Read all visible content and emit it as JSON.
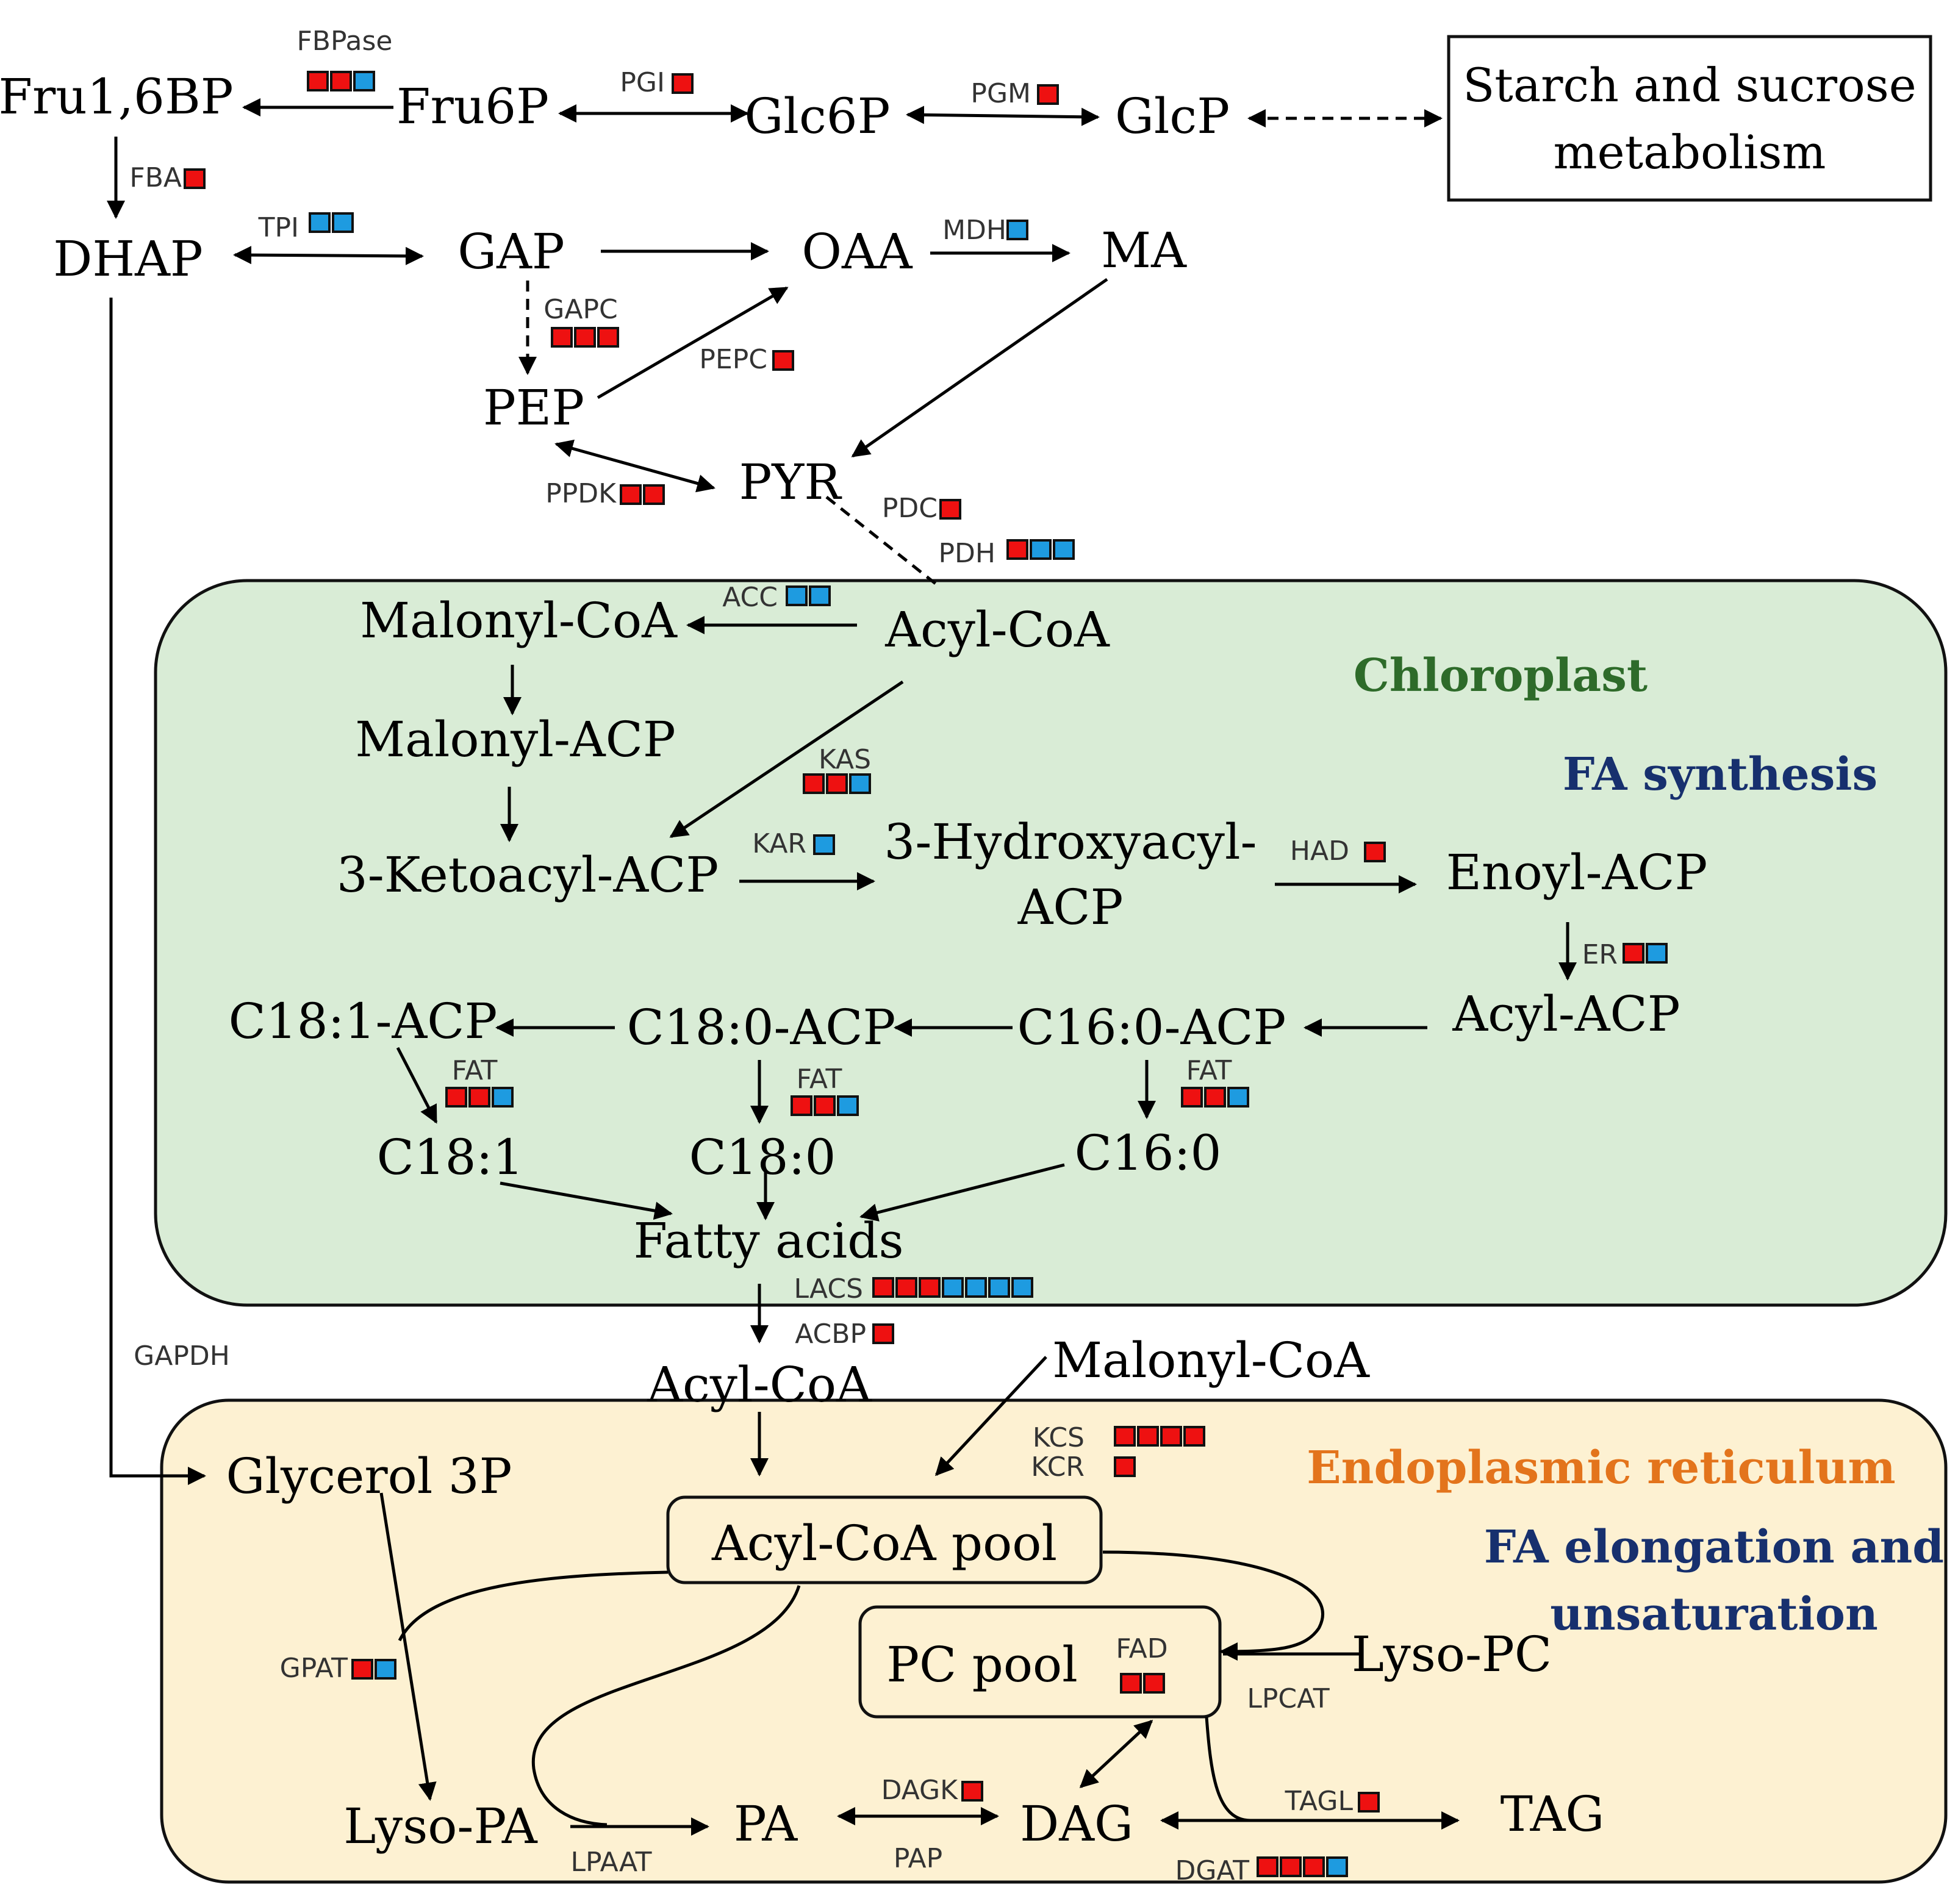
{
  "colors": {
    "up": "#ee1111",
    "down": "#1e9be0",
    "chloroplast_bg": "#d9ecd6",
    "er_bg": "#fdf1d2",
    "chloroplast_title": "#2e6b2a",
    "fa_title": "#17306e",
    "er_title": "#e3741c"
  },
  "compartments": {
    "chloroplast": {
      "title": "Chloroplast",
      "subtitle": "FA synthesis"
    },
    "er": {
      "title": "Endoplasmic reticulum",
      "subtitle_line1": "FA elongation and",
      "subtitle_line2": "unsaturation"
    }
  },
  "external_box": {
    "line1": "Starch  and  sucrose",
    "line2": "metabolism"
  },
  "metabolites": {
    "fru16bp": "Fru1,6BP",
    "fru6p": "Fru6P",
    "glc6p": "Glc6P",
    "glcp": "GlcP",
    "dhap": "DHAP",
    "gap": "GAP",
    "oaa": "OAA",
    "ma": "MA",
    "pep": "PEP",
    "pyr": "PYR",
    "malonyl_coa": "Malonyl-CoA",
    "acyl_coa": "Acyl-CoA",
    "malonyl_acp": "Malonyl-ACP",
    "ketoacyl_acp": "3-Ketoacyl-ACP",
    "hydroxyacyl_1": "3-Hydroxyacyl-",
    "hydroxyacyl_2": "ACP",
    "enoyl_acp": "Enoyl-ACP",
    "acyl_acp": "Acyl-ACP",
    "c181_acp": "C18:1-ACP",
    "c180_acp": "C18:0-ACP",
    "c160_acp": "C16:0-ACP",
    "c181": "C18:1",
    "c180": "C18:0",
    "c160": "C16:0",
    "fatty_acids": "Fatty  acids",
    "acyl_coa_er": "Acyl-CoA",
    "malonyl_coa_er": "Malonyl-CoA",
    "glycerol3p": "Glycerol  3P",
    "acyl_coa_pool": "Acyl-CoA  pool",
    "pc_pool": "PC  pool",
    "lyso_pc": "Lyso-PC",
    "lyso_pa": "Lyso-PA",
    "pa": "PA",
    "dag": "DAG",
    "tag": "TAG"
  },
  "enzymes": [
    {
      "id": "fbpase",
      "label": "FBPase",
      "markers": [
        "up",
        "up",
        "down"
      ]
    },
    {
      "id": "pgi",
      "label": "PGI",
      "markers": [
        "up"
      ]
    },
    {
      "id": "pgm",
      "label": "PGM",
      "markers": [
        "up"
      ]
    },
    {
      "id": "fba",
      "label": "FBA",
      "markers": [
        "up"
      ]
    },
    {
      "id": "tpi",
      "label": "TPI",
      "markers": [
        "down",
        "down"
      ]
    },
    {
      "id": "mdh",
      "label": "MDH",
      "markers": [
        "down"
      ]
    },
    {
      "id": "gapc",
      "label": "GAPC",
      "markers": [
        "up",
        "up",
        "up"
      ]
    },
    {
      "id": "pepc",
      "label": "PEPC",
      "markers": [
        "up"
      ]
    },
    {
      "id": "ppdk",
      "label": "PPDK",
      "markers": [
        "up",
        "up"
      ]
    },
    {
      "id": "pdc",
      "label": "PDC",
      "markers": [
        "up"
      ]
    },
    {
      "id": "pdh",
      "label": "PDH",
      "markers": [
        "up",
        "down",
        "down"
      ]
    },
    {
      "id": "acc",
      "label": "ACC",
      "markers": [
        "down",
        "down"
      ]
    },
    {
      "id": "kas",
      "label": "KAS",
      "markers": [
        "up",
        "up",
        "down"
      ]
    },
    {
      "id": "kar",
      "label": "KAR",
      "markers": [
        "down"
      ]
    },
    {
      "id": "had",
      "label": "HAD",
      "markers": [
        "up"
      ]
    },
    {
      "id": "er",
      "label": "ER",
      "markers": [
        "up",
        "down"
      ]
    },
    {
      "id": "fat1",
      "label": "FAT",
      "markers": [
        "up",
        "up",
        "down"
      ]
    },
    {
      "id": "fat2",
      "label": "FAT",
      "markers": [
        "up",
        "up",
        "down"
      ]
    },
    {
      "id": "fat3",
      "label": "FAT",
      "markers": [
        "up",
        "up",
        "down"
      ]
    },
    {
      "id": "lacs",
      "label": "LACS",
      "markers": [
        "up",
        "up",
        "up",
        "down",
        "down",
        "down",
        "down"
      ]
    },
    {
      "id": "acbp",
      "label": "ACBP",
      "markers": [
        "up"
      ]
    },
    {
      "id": "gapdh",
      "label": "GAPDH",
      "markers": []
    },
    {
      "id": "kcs",
      "label": "KCS",
      "markers": [
        "up",
        "up",
        "up",
        "up"
      ]
    },
    {
      "id": "kcr",
      "label": "KCR",
      "markers": [
        "up"
      ]
    },
    {
      "id": "gpat",
      "label": "GPAT",
      "markers": [
        "up",
        "down"
      ]
    },
    {
      "id": "fad",
      "label": "FAD",
      "markers": [
        "up",
        "up"
      ]
    },
    {
      "id": "lpcat",
      "label": "LPCAT",
      "markers": []
    },
    {
      "id": "lpaat",
      "label": "LPAAT",
      "markers": []
    },
    {
      "id": "dagk",
      "label": "DAGK",
      "markers": [
        "up"
      ]
    },
    {
      "id": "pap",
      "label": "PAP",
      "markers": []
    },
    {
      "id": "tagl",
      "label": "TAGL",
      "markers": [
        "up"
      ]
    },
    {
      "id": "dgat",
      "label": "DGAT",
      "markers": [
        "up",
        "up",
        "up",
        "down"
      ]
    }
  ]
}
